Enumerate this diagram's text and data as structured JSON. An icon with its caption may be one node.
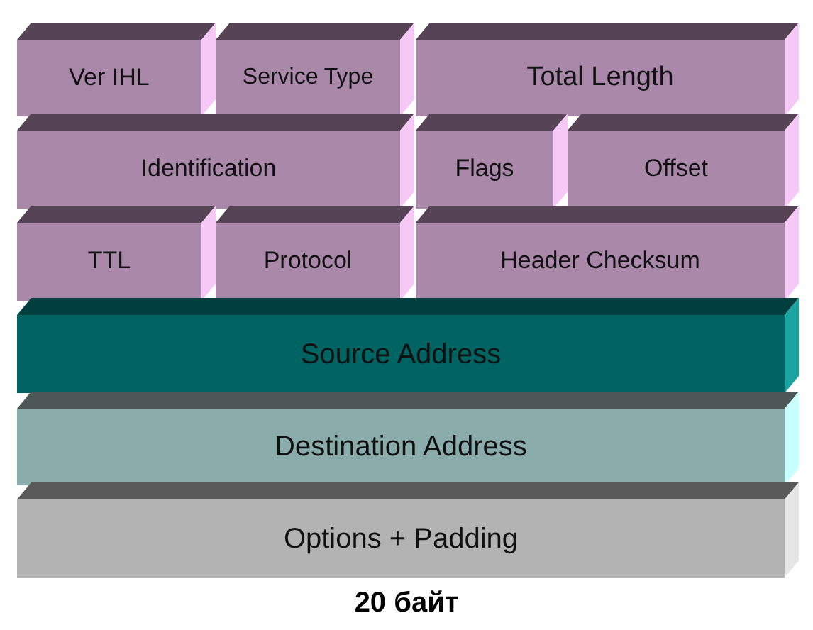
{
  "diagram": {
    "caption": "20 байт",
    "nodes": [
      {
        "text": [
          "Ver IHL"
        ]
      },
      {
        "text": [
          "Service Type"
        ]
      },
      {
        "text": [
          "Total Length"
        ]
      },
      {
        "text": [
          "Identification"
        ]
      },
      {
        "text": [
          "Flags"
        ]
      },
      {
        "text": [
          "Offset"
        ]
      },
      {
        "text": [
          "TTL"
        ]
      },
      {
        "text": [
          "Protocol"
        ]
      },
      {
        "text": [
          "Header Checksum"
        ]
      },
      {
        "text": [
          "Source Address"
        ]
      },
      {
        "text": [
          "Destination Address"
        ]
      },
      {
        "text": [
          "Options + Padding"
        ]
      }
    ]
  }
}
